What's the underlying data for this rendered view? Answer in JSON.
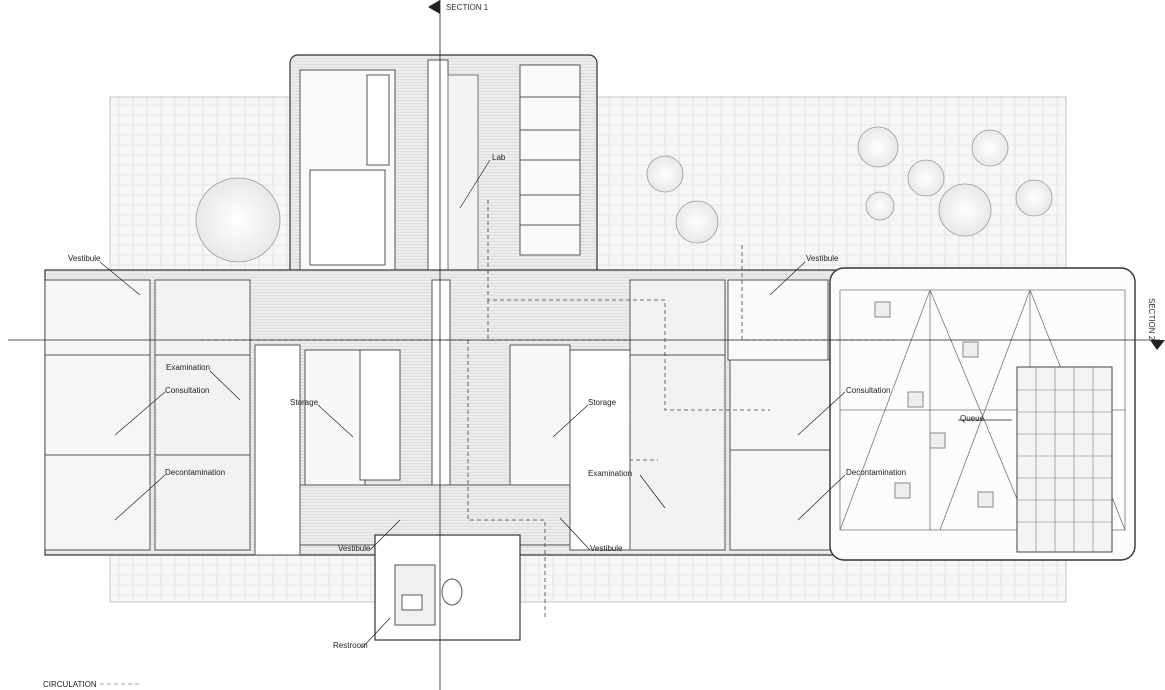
{
  "sections": {
    "section_1": "SECTION 1",
    "section_2": "SECTION 2"
  },
  "rooms": {
    "lab": "Lab",
    "vestibule_left": "Vestibule",
    "vestibule_right": "Vestibule",
    "examination_left": "Examination",
    "consultation_left": "Consultation",
    "consultation_right": "Consultation",
    "storage_left": "Storage",
    "storage_right": "Storage",
    "decontamination_left": "Decontamination",
    "decontamination_right": "Decontamination",
    "examination_right": "Examination",
    "queue": "Queue",
    "vestibule_bottom_left": "Vestibule",
    "vestibule_bottom_right": "Vestibule",
    "restroom": "Restroom"
  },
  "legend": {
    "circulation": "CIRCULATION"
  },
  "colors": {
    "paving": "#f4f4f4",
    "wall": "#ffffff",
    "line": "#333333",
    "floor": "#e6e6e6"
  }
}
